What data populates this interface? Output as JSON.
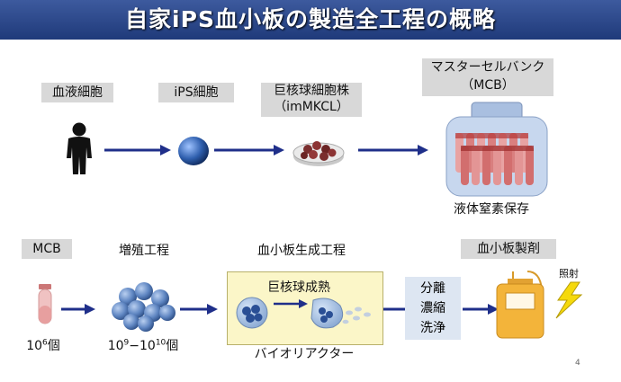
{
  "title": "自家iPS血小板の製造全工程の概略",
  "top_row": {
    "step1": "血液細胞",
    "step2": "iPS細胞",
    "step3_line1": "巨核球細胞株",
    "step3_line2": "（imMKCL）",
    "step4_line1": "マスターセルバンク",
    "step4_line2": "（MCB）",
    "storage": "液体窒素保存"
  },
  "bottom_row": {
    "mcb": "MCB",
    "expansion": "増殖工程",
    "production": "血小板生成工程",
    "product": "血小板製剤",
    "count1_base": "10",
    "count1_exp": "6",
    "count1_unit": "個",
    "count2_base1": "10",
    "count2_exp1": "9",
    "count2_dash": "−",
    "count2_base2": "10",
    "count2_exp2": "10",
    "count2_unit": "個",
    "maturation": "巨核球成熟",
    "bioreactor": "バイオリアクター",
    "wash_line1": "分離",
    "wash_line2": "濃縮",
    "wash_line3": "洗浄",
    "irradiation": "照射"
  },
  "page_number": "4",
  "colors": {
    "header": "#1f3a7a",
    "arrow": "#1f2f8a",
    "label_bg": "#d8d8d8",
    "reactor_bg": "#fbf6c8",
    "wash_bg": "#dde6f2",
    "bag": "#f3b43a",
    "bolt": "#f5d90c"
  }
}
